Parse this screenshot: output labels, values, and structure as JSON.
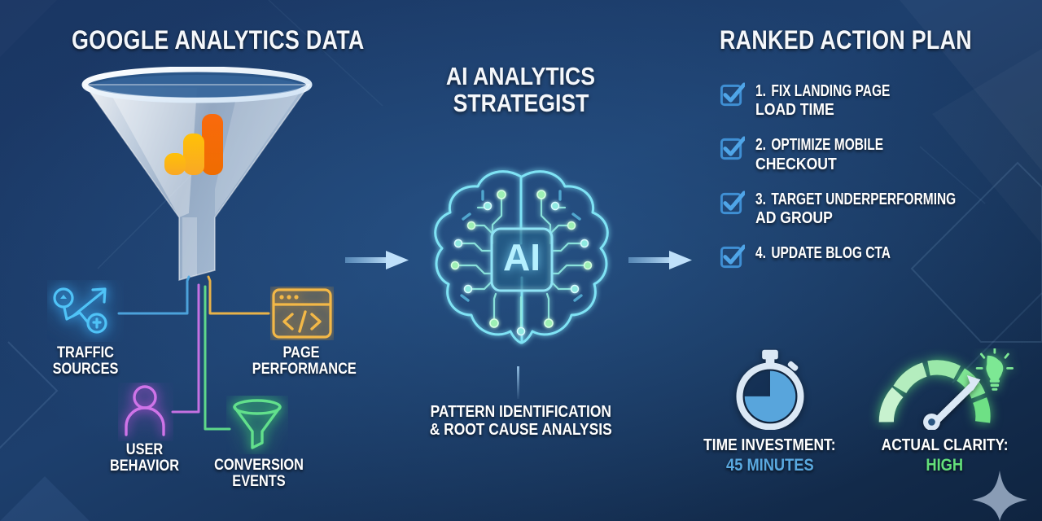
{
  "theme": {
    "bg_dark": "#112744",
    "bg_mid": "#1b3a66",
    "accent_blue": "#5aa9e0",
    "accent_green": "#63e07a",
    "accent_orange": "#f5a623",
    "accent_pink": "#d46ae0",
    "text": "#ffffff"
  },
  "left": {
    "title": "GOOGLE ANALYTICS DATA",
    "funnel_logo": "google-analytics-logo",
    "sources": [
      {
        "id": "traffic-sources",
        "label_line1": "TRAFFIC",
        "label_line2": "SOURCES",
        "icon": "traffic-routing-icon",
        "color": "#4fc3f7"
      },
      {
        "id": "page-performance",
        "label_line1": "PAGE",
        "label_line2": "PERFORMANCE",
        "icon": "code-window-icon",
        "color": "#f3b847"
      },
      {
        "id": "user-behavior",
        "label_line1": "USER",
        "label_line2": "BEHAVIOR",
        "icon": "user-icon",
        "color": "#cf74e8"
      },
      {
        "id": "conversion-events",
        "label_line1": "CONVERSION",
        "label_line2": "EVENTS",
        "icon": "funnel-icon",
        "color": "#62e08c"
      }
    ]
  },
  "center": {
    "title_line1": "AI ANALYTICS",
    "title_line2": "STRATEGIST",
    "brain_chip_label": "AI",
    "caption_line1": "PATTERN IDENTIFICATION",
    "caption_line2": "& ROOT CAUSE ANALYSIS"
  },
  "right": {
    "title": "RANKED ACTION PLAN",
    "actions": [
      {
        "num": "1.",
        "line1": "FIX LANDING PAGE",
        "line2": "LOAD TIME",
        "checked": true
      },
      {
        "num": "2.",
        "line1": "OPTIMIZE MOBILE",
        "line2": "CHECKOUT",
        "checked": true
      },
      {
        "num": "3.",
        "line1": "TARGET UNDERPERFORMING",
        "line2": "AD GROUP",
        "checked": true
      },
      {
        "num": "4.",
        "line1": "UPDATE BLOG CTA",
        "line2": "",
        "checked": true
      }
    ],
    "metrics": [
      {
        "id": "time-investment",
        "icon": "stopwatch-icon",
        "label": "TIME INVESTMENT:",
        "value": "45 MINUTES",
        "value_color": "#5aa9e0"
      },
      {
        "id": "actual-clarity",
        "icon": "gauge-lightbulb-icon",
        "label": "ACTUAL CLARITY:",
        "value": "HIGH",
        "value_color": "#63e07a"
      }
    ]
  },
  "flow": {
    "arrow_left_to_center": "arrow-right-icon",
    "arrow_center_to_right": "arrow-right-icon"
  }
}
